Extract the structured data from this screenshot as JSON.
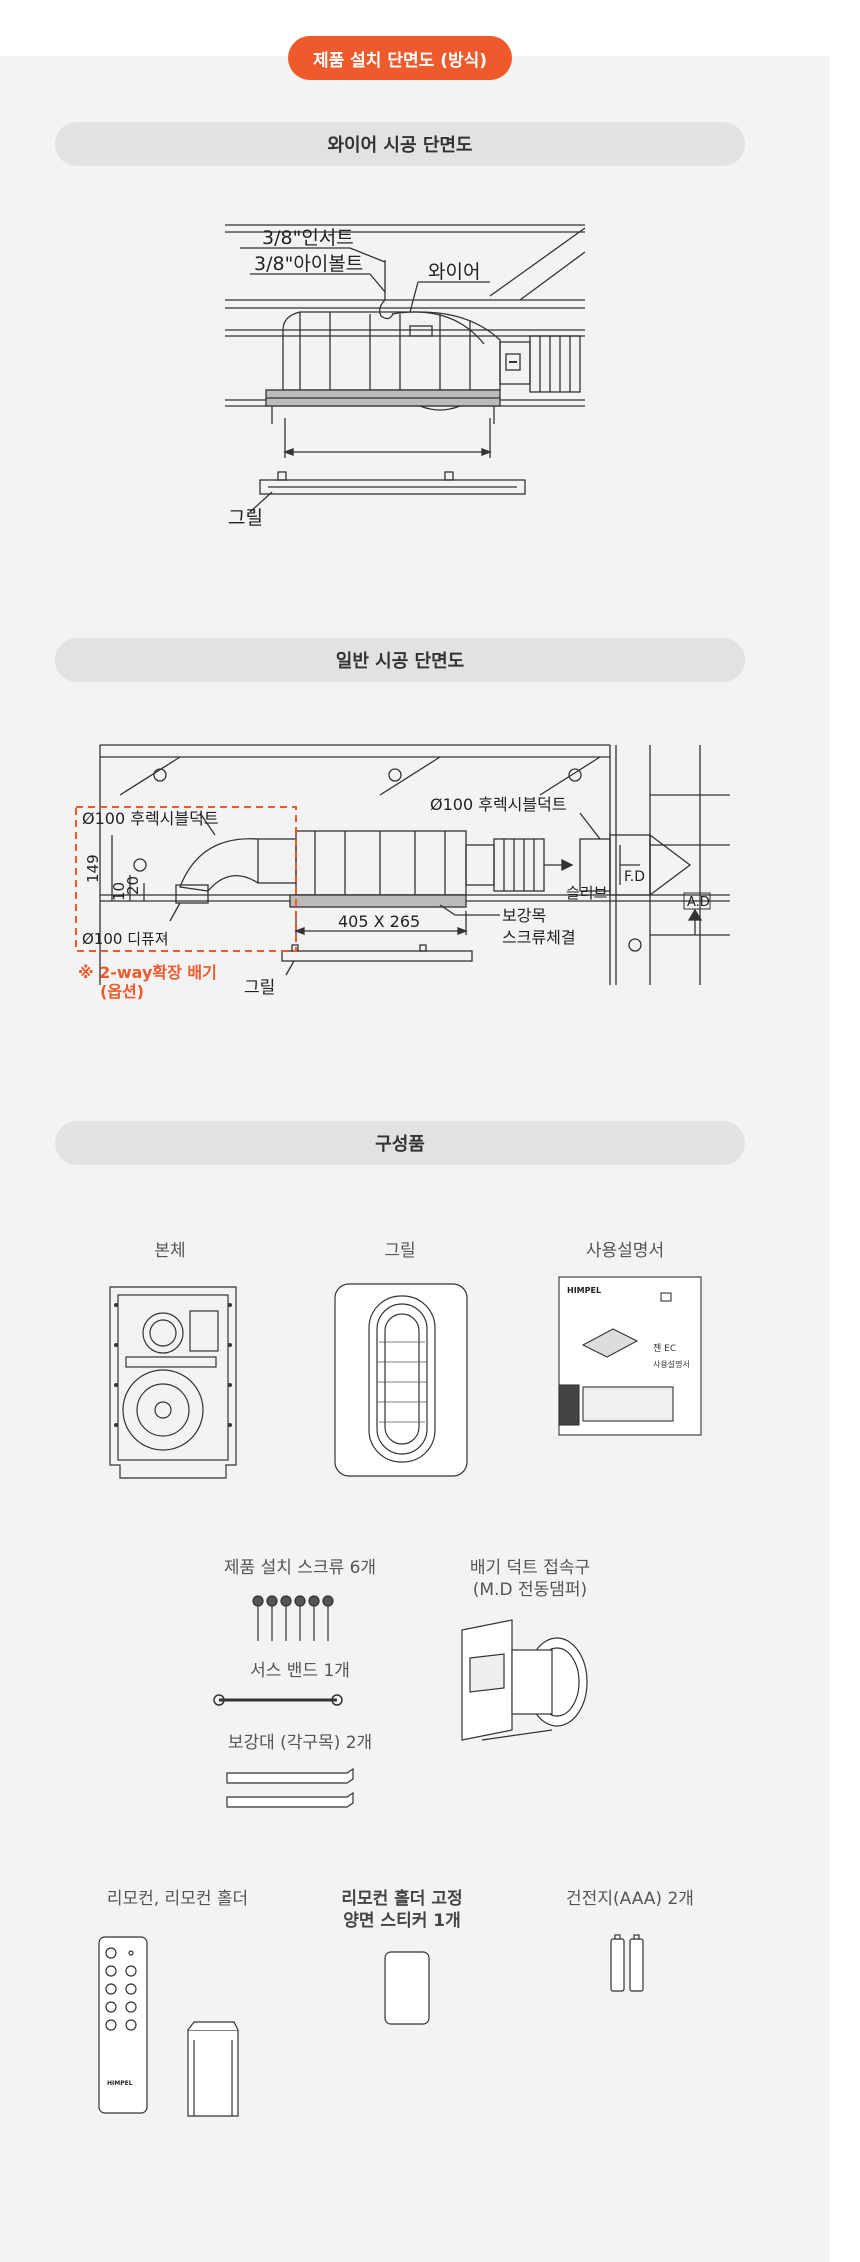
{
  "header": {
    "title": "제품 설치 단면도 (방식)"
  },
  "sections": {
    "wire": {
      "title": "와이어 시공 단면도",
      "labels": {
        "insert": "3/8\"인서트",
        "eyebolt": "3/8\"아이볼트",
        "wire": "와이어",
        "grill": "그릴"
      }
    },
    "general": {
      "title": "일반 시공 단면도",
      "labels": {
        "flex_duct_left": "Ø100 후렉시블덕트",
        "flex_duct_right": "Ø100 후렉시블덕트",
        "dim_149": "149",
        "dim_10": "10",
        "dim_20": "20",
        "diffuser": "Ø100 디퓨져",
        "two_way": "※ 2-way확장 배기",
        "option": "(옵션)",
        "size": "405 X 265",
        "reinforcement": "보강목",
        "screw": "스크류체결",
        "sleeve": "슬리브",
        "fd": "F.D",
        "ad": "A.D",
        "grill": "그릴"
      }
    },
    "components": {
      "title": "구성품",
      "items": {
        "body": "본체",
        "grill": "그릴",
        "manual": "사용설명서",
        "screws": "제품 설치 스크류 6개",
        "band": "서스 밴드 1개",
        "bracket": "보강대 (각구목) 2개",
        "connector_1": "배기 덕트 접속구",
        "connector_2": "(M.D 전동댐퍼)",
        "remote": "리모컨, 리모컨 홀더",
        "sticker_1": "리모컨 홀더 고정",
        "sticker_2": "양면 스티커 1개",
        "battery": "건전지(AAA) 2개"
      },
      "product_text": {
        "brand": "HIMPEL",
        "manual_title": "사용설명서",
        "model_line": "젠 EC"
      }
    }
  },
  "colors": {
    "accent": "#ee5a2c",
    "panel": "#f3f3f3",
    "bar": "#e2e2e2"
  }
}
